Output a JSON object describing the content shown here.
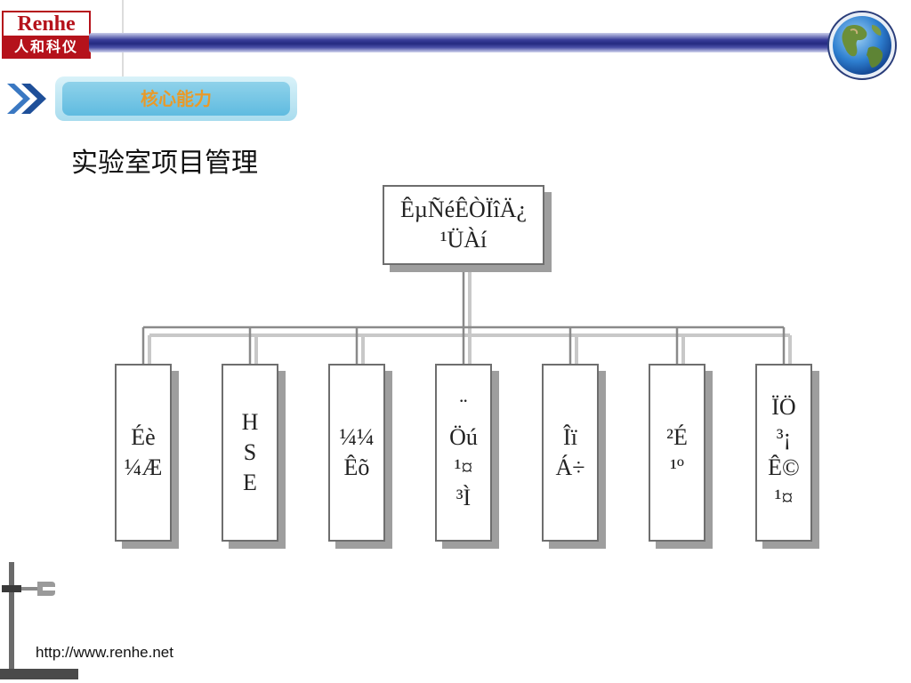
{
  "header": {
    "logo_en": "Renhe",
    "logo_cn": "人和科仪"
  },
  "section_badge": "核心能力",
  "title": "实验室项目管理",
  "org_chart": {
    "root": "ÊµÑéÊÒÏîÄ¿\n¹ÜÀí",
    "children": [
      "Éè\n¼Æ",
      "H\nS\nE",
      "¼¼\nÊõ",
      "¨\nÖú\n¹¤\n³Ì",
      "Îï\nÁ÷",
      "²É\n¹º",
      "ÏÖ\n³¡\nÊ©\n¹¤"
    ]
  },
  "footer": {
    "url": "http://www.renhe.net"
  },
  "colors": {
    "brand_red": "#b5121b",
    "bar_navy": "#242a80",
    "badge_text": "#e89a2a",
    "badge_blue": "#5fbbe0"
  }
}
